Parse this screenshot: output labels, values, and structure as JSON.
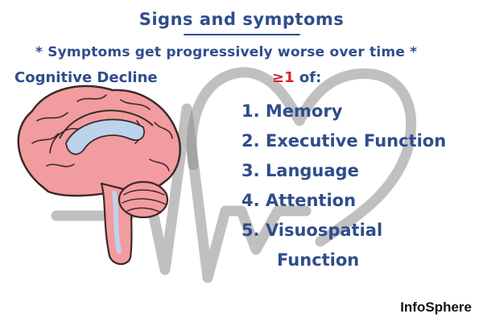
{
  "title": "Signs and symptoms",
  "subtitle": "* Symptoms get progressively worse over time *",
  "section_label": "Cognitive Decline",
  "criterion": {
    "symbol": "≥1",
    "suffix": " of:"
  },
  "domains": [
    {
      "label": "1. Memory"
    },
    {
      "label": "2. Executive Function"
    },
    {
      "label": "3. Language"
    },
    {
      "label": "4. Attention"
    },
    {
      "label": "5. Visuospatial",
      "continuation": "Function"
    }
  ],
  "brand": "InfoSphere",
  "colors": {
    "text_blue": "#2f4d8c",
    "accent_red": "#d9252b",
    "brain_pink": "#f29c9f",
    "brain_outline": "#3b2a2a",
    "ventricle_blue": "#bcd3ec",
    "watermark_gray": "#8c8c8c"
  }
}
